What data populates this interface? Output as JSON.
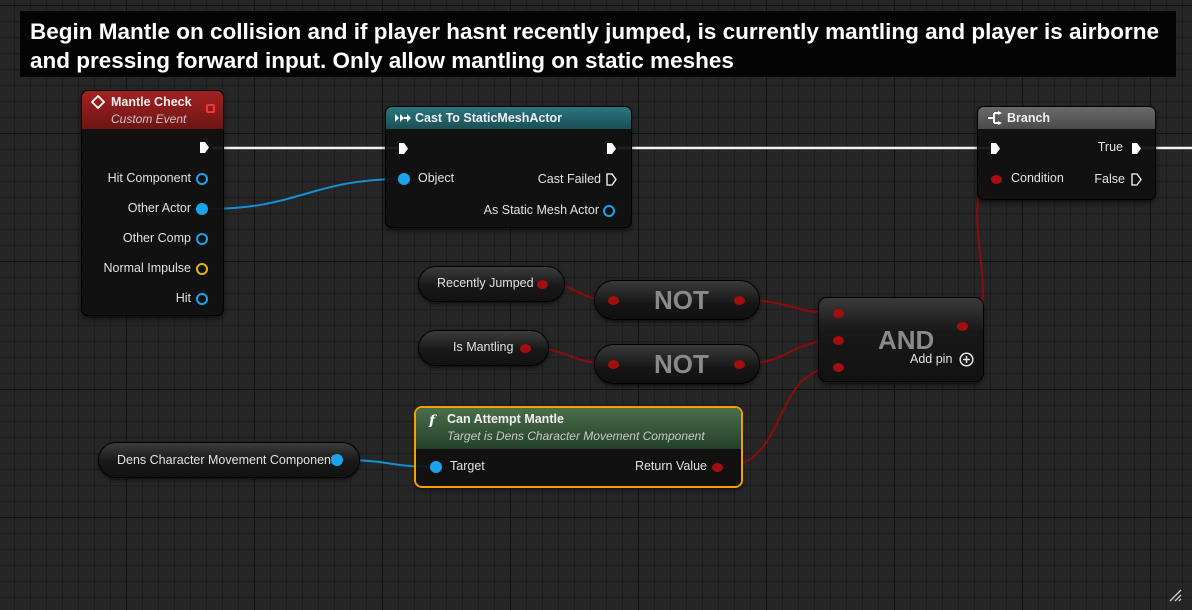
{
  "comment": {
    "text": "Begin Mantle on collision and if player hasnt recently jumped, is currently mantling and player is airborne and pressing forward input. Only allow mantling on static meshes"
  },
  "mantle_check": {
    "title": "Mantle Check",
    "subtitle": "Custom Event",
    "pins": [
      "Hit Component",
      "Other Actor",
      "Other Comp",
      "Normal Impulse",
      "Hit"
    ]
  },
  "cast": {
    "title": "Cast To StaticMeshActor",
    "object": "Object",
    "cast_failed": "Cast Failed",
    "as_static": "As Static Mesh Actor"
  },
  "branch": {
    "title": "Branch",
    "condition": "Condition",
    "true_label": "True",
    "false_label": "False"
  },
  "recently_jumped": "Recently Jumped",
  "is_mantling": "Is Mantling",
  "not_label": "NOT",
  "and_node": {
    "label": "AND",
    "add_pin": "Add pin"
  },
  "can_attempt": {
    "title": "Can Attempt Mantle",
    "subtitle": "Target is Dens Character Movement Component",
    "target": "Target",
    "return_value": "Return Value"
  },
  "dens_component": "Dens Character Movement Component",
  "icons": {
    "event": "event-diamond-icon",
    "cast": "cast-arrows-icon",
    "branch": "branch-icon",
    "function": "function-f-icon",
    "add_pin": "plus-circle-icon",
    "resize": "resize-grip-icon"
  },
  "colors": {
    "event_header": "#8e1a1a",
    "cast_header": "#1f5f65",
    "branch_header": "#5c5c5c",
    "function_header": "#2b4a2b",
    "object_pin": "#1ba4ec",
    "bool_pin": "#a50e0e",
    "vector_pin": "#e0b600",
    "selection": "#f4a100"
  }
}
